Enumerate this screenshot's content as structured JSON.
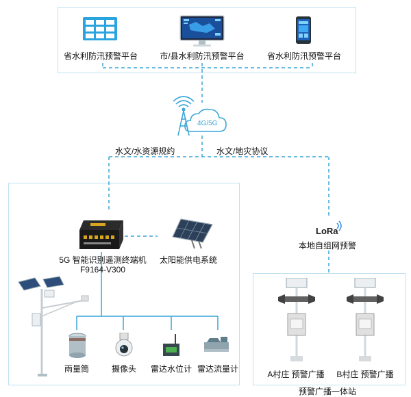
{
  "platforms": {
    "province_left": "省水利防汛预警平台",
    "city_county": "市/县水利防汛预警平台",
    "province_right": "省水利防汛预警平台"
  },
  "network": {
    "badge": "4G/5G",
    "left_protocol": "水文/水资源规约",
    "right_protocol": "水文/地灾协议"
  },
  "monitoring": {
    "terminal_line1": "5G 智能识别遥测终端机",
    "terminal_line2": "F9164-V300",
    "solar": "太阳能供电系统",
    "sensors": [
      "雨量筒",
      "摄像头",
      "雷达水位计",
      "雷达流量计"
    ]
  },
  "lora": {
    "logo": "LoRa",
    "label": "本地自组网预警"
  },
  "broadcast": {
    "station_a": "A村庄 预警广播",
    "station_b": "B村庄 预警广播",
    "title": "预警广播一体站"
  },
  "colors": {
    "line": "#3aa6d8",
    "box_border": "#bfe0f0",
    "icon_blue": "#1e88e5"
  }
}
